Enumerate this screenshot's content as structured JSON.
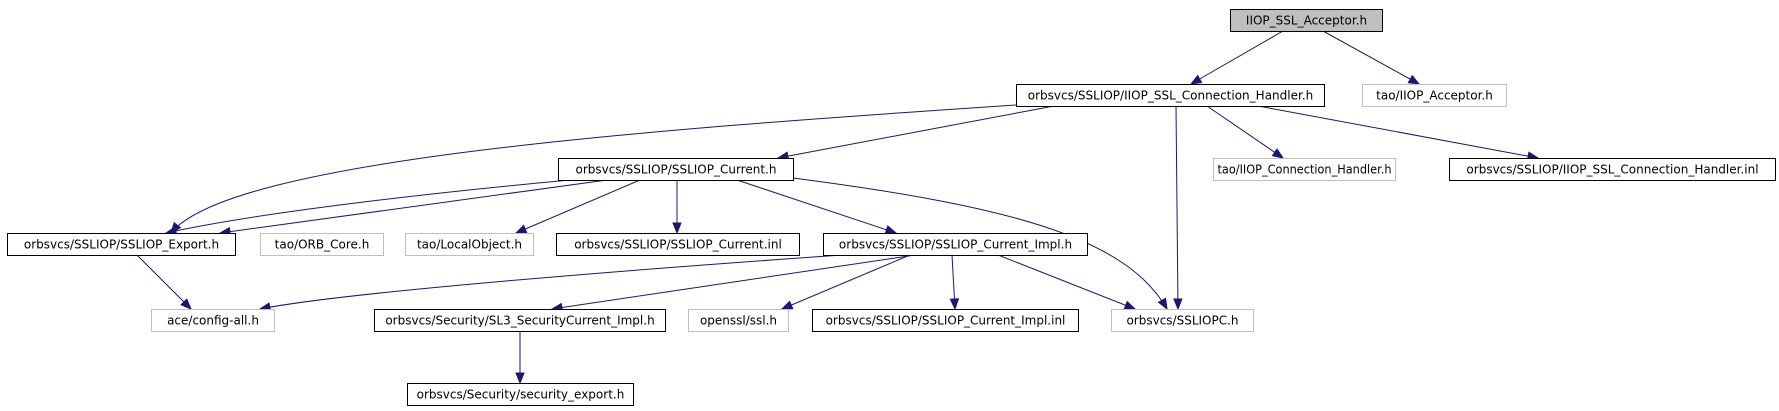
{
  "colors": {
    "edge": "#191970",
    "root_fill": "#bfbfbf",
    "documented_border": "#000000",
    "external_border": "#bfbfbf",
    "node_fill": "#ffffff",
    "text": "#000000"
  },
  "nodes": [
    {
      "id": "n0",
      "label": "IIOP_SSL_Acceptor.h",
      "kind": "root"
    },
    {
      "id": "n1",
      "label": "orbsvcs/SSLIOP/IIOP_SSL_Connection_Handler.h",
      "kind": "documented"
    },
    {
      "id": "n2",
      "label": "tao/IIOP_Acceptor.h",
      "kind": "external"
    },
    {
      "id": "n3",
      "label": "orbsvcs/SSLIOP/SSLIOP_Current.h",
      "kind": "documented"
    },
    {
      "id": "n4",
      "label": "tao/IIOP_Connection_Handler.h",
      "kind": "external"
    },
    {
      "id": "n5",
      "label": "orbsvcs/SSLIOP/IIOP_SSL_Connection_Handler.inl",
      "kind": "documented"
    },
    {
      "id": "n6",
      "label": "orbsvcs/SSLIOP/SSLIOP_Export.h",
      "kind": "documented"
    },
    {
      "id": "n7",
      "label": "tao/ORB_Core.h",
      "kind": "external"
    },
    {
      "id": "n8",
      "label": "tao/LocalObject.h",
      "kind": "external"
    },
    {
      "id": "n9",
      "label": "orbsvcs/SSLIOP/SSLIOP_Current.inl",
      "kind": "documented"
    },
    {
      "id": "n10",
      "label": "orbsvcs/SSLIOP/SSLIOP_Current_Impl.h",
      "kind": "documented"
    },
    {
      "id": "n11",
      "label": "ace/config-all.h",
      "kind": "external"
    },
    {
      "id": "n12",
      "label": "orbsvcs/Security/SL3_SecurityCurrent_Impl.h",
      "kind": "documented"
    },
    {
      "id": "n13",
      "label": "openssl/ssl.h",
      "kind": "external"
    },
    {
      "id": "n14",
      "label": "orbsvcs/SSLIOP/SSLIOP_Current_Impl.inl",
      "kind": "documented"
    },
    {
      "id": "n15",
      "label": "orbsvcs/SSLIOPC.h",
      "kind": "external"
    },
    {
      "id": "n16",
      "label": "orbsvcs/Security/security_export.h",
      "kind": "documented"
    }
  ],
  "edges": [
    {
      "from": "n0",
      "to": "n1"
    },
    {
      "from": "n0",
      "to": "n2"
    },
    {
      "from": "n1",
      "to": "n6"
    },
    {
      "from": "n1",
      "to": "n3"
    },
    {
      "from": "n1",
      "to": "n4"
    },
    {
      "from": "n1",
      "to": "n5"
    },
    {
      "from": "n1",
      "to": "n15"
    },
    {
      "from": "n3",
      "to": "n6"
    },
    {
      "from": "n3",
      "to": "n7"
    },
    {
      "from": "n3",
      "to": "n8"
    },
    {
      "from": "n3",
      "to": "n9"
    },
    {
      "from": "n3",
      "to": "n10"
    },
    {
      "from": "n3",
      "to": "n15"
    },
    {
      "from": "n6",
      "to": "n11"
    },
    {
      "from": "n10",
      "to": "n11"
    },
    {
      "from": "n10",
      "to": "n12"
    },
    {
      "from": "n10",
      "to": "n13"
    },
    {
      "from": "n10",
      "to": "n14"
    },
    {
      "from": "n10",
      "to": "n15"
    },
    {
      "from": "n12",
      "to": "n16"
    }
  ]
}
